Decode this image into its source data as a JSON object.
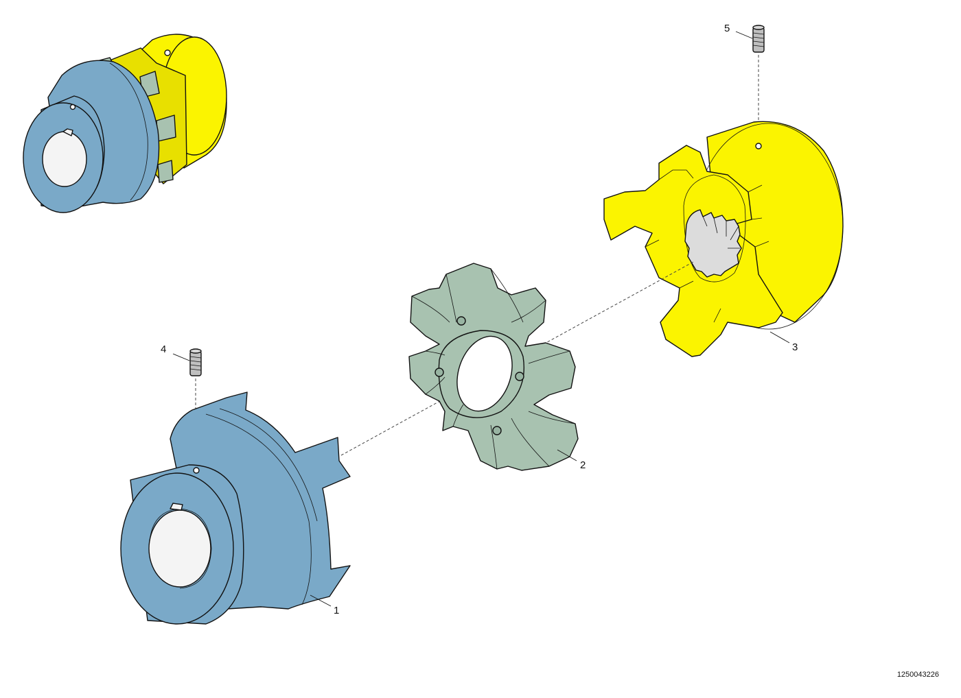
{
  "colors": {
    "hub_blue": "#7aa9c8",
    "hub_blue_shade": "#6b9bbd",
    "hub_yellow": "#fbf400",
    "hub_yellow_shade": "#e8e000",
    "spider_green": "#a8c2b0",
    "spider_green_shade": "#98b4a2",
    "bore_white": "#f4f4f4",
    "line": "#111111"
  },
  "callouts": [
    {
      "id": "hub-1",
      "label": "1"
    },
    {
      "id": "spider-2",
      "label": "2"
    },
    {
      "id": "hub-3",
      "label": "3"
    },
    {
      "id": "set-screw-4",
      "label": "4"
    },
    {
      "id": "set-screw-5",
      "label": "5"
    }
  ],
  "document_number": "1250043226"
}
